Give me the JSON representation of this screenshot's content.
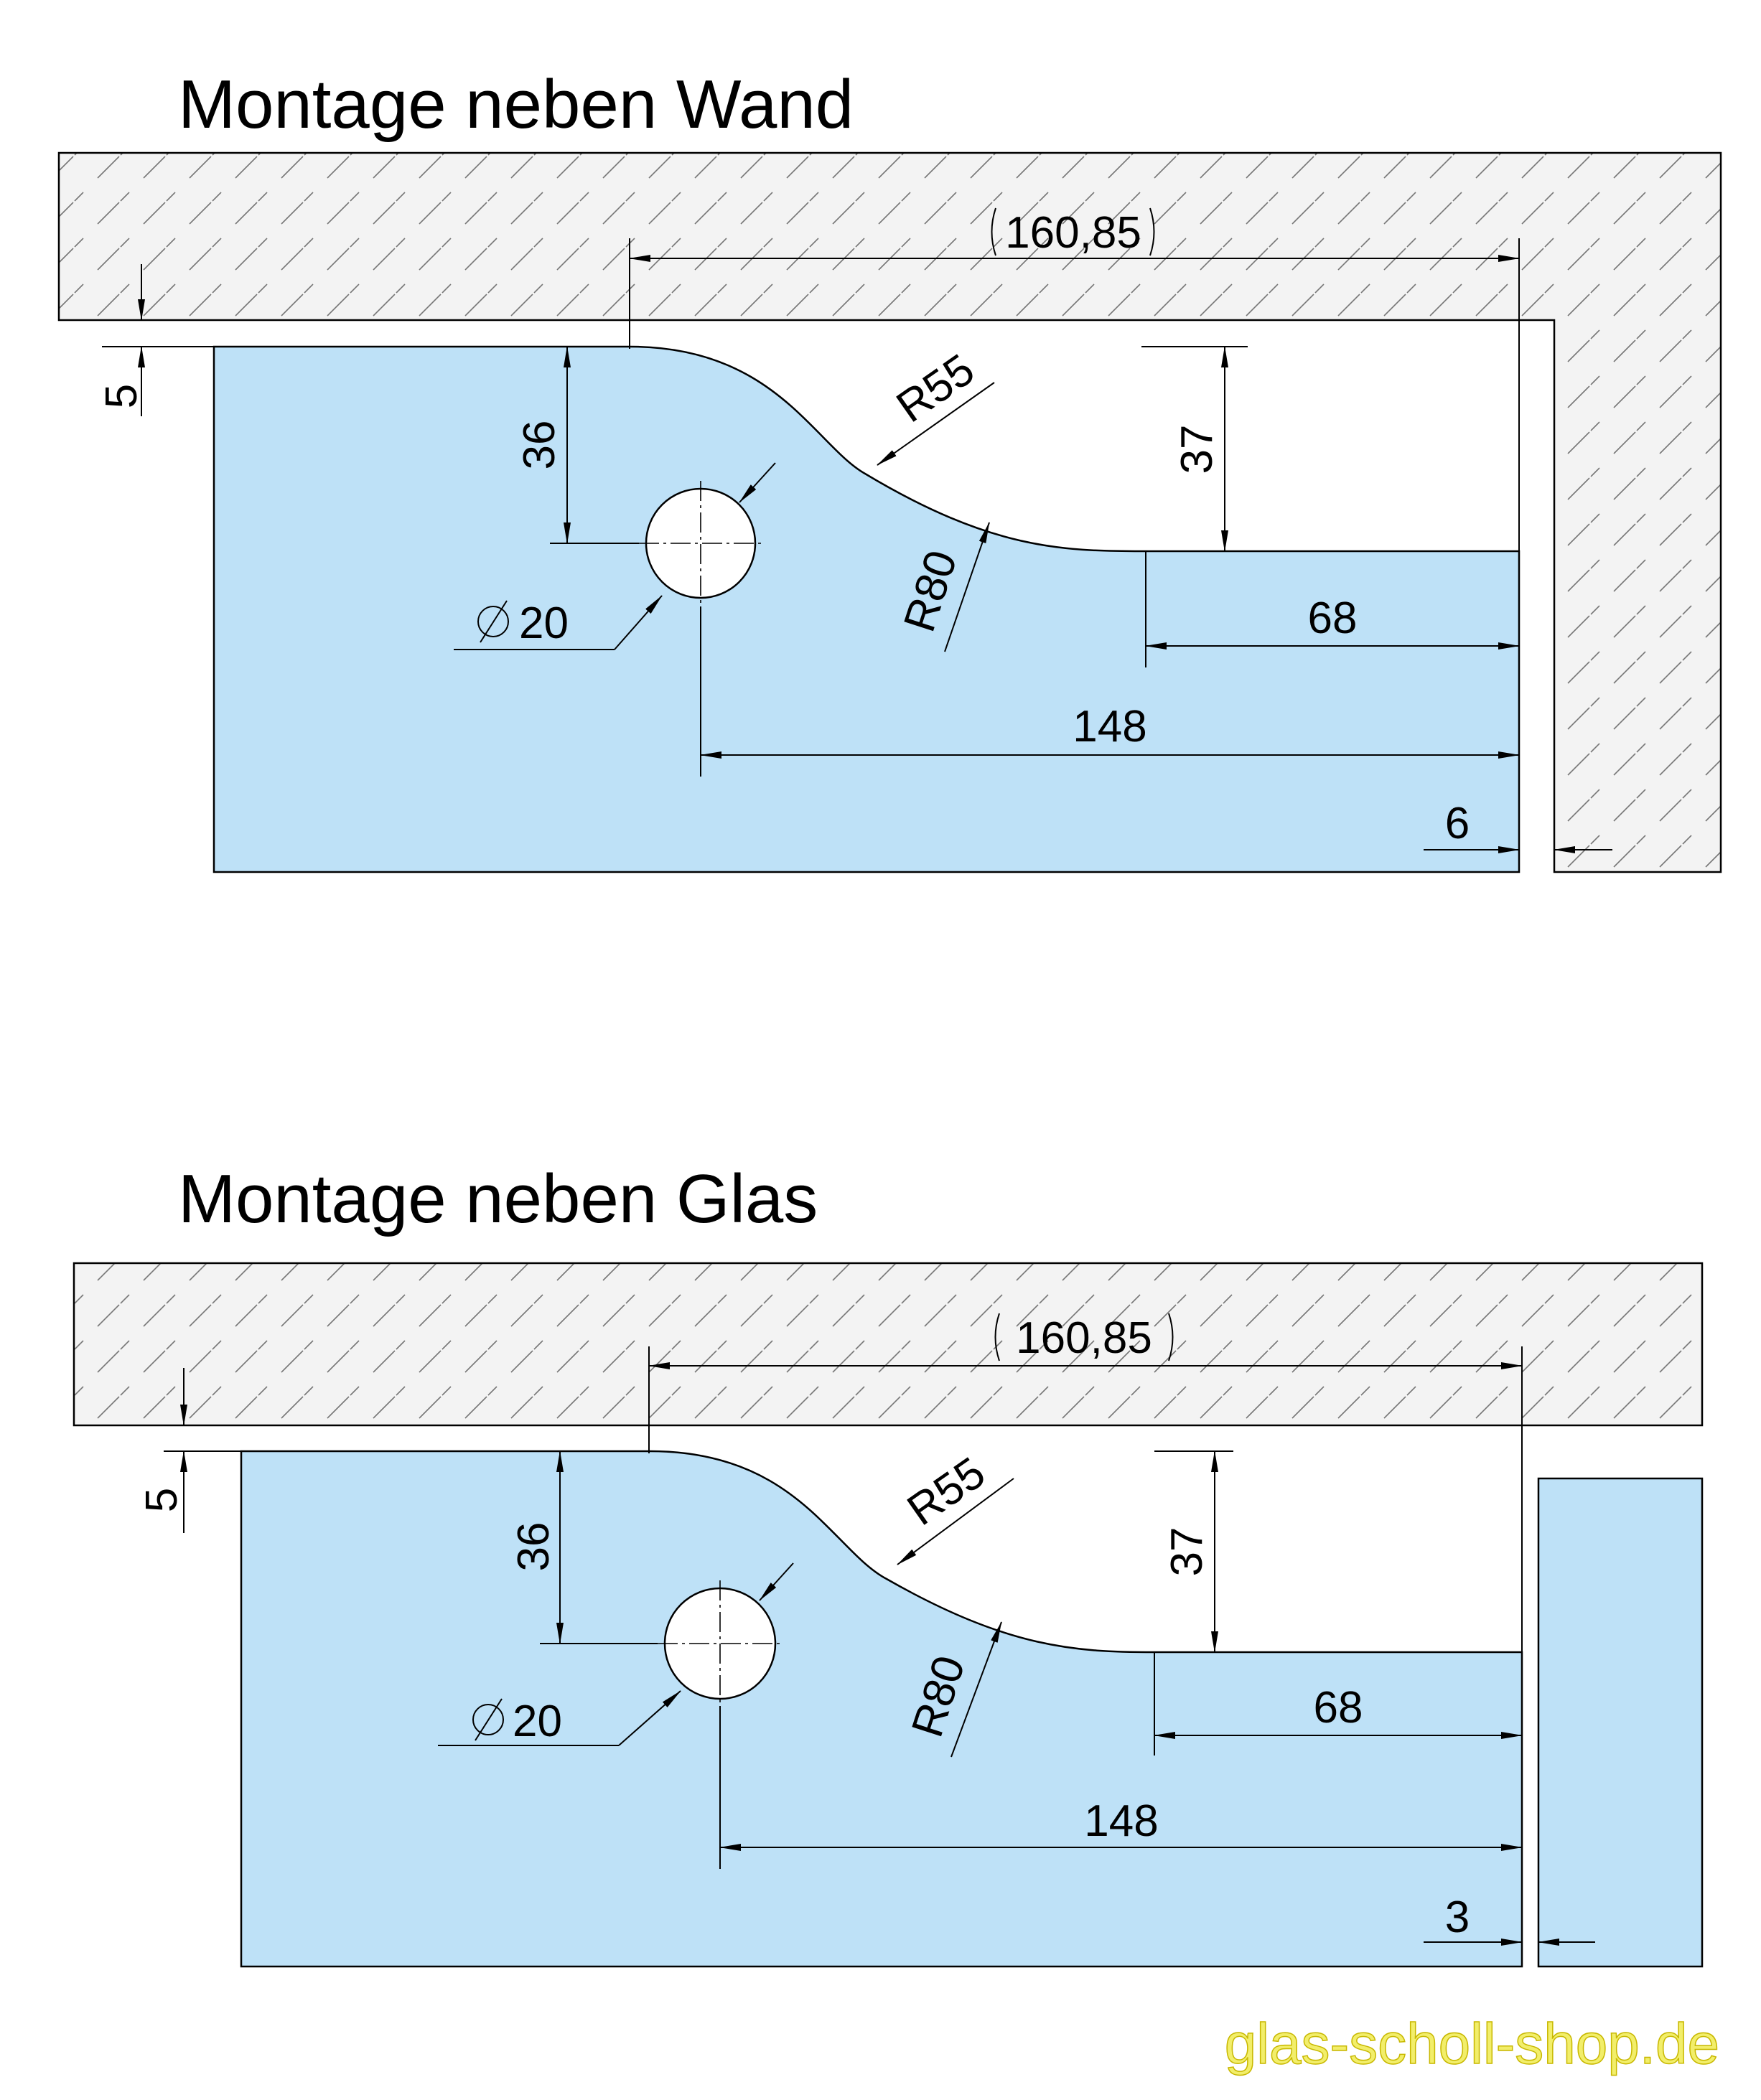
{
  "top": {
    "title": "Montage neben Wand",
    "dim_overall": "160,85",
    "dim_gap_top": "5",
    "dim_height_hole": "36",
    "dim_height_step": "37",
    "dim_radius_upper": "R55",
    "dim_radius_lower": "R80",
    "dim_hole": "20",
    "dim_step_length": "68",
    "dim_hole_to_end": "148",
    "dim_gap_side": "6"
  },
  "bottom": {
    "title": "Montage neben Glas",
    "dim_overall": "160,85",
    "dim_gap_top": "5",
    "dim_height_hole": "36",
    "dim_height_step": "37",
    "dim_radius_upper": "R55",
    "dim_radius_lower": "R80",
    "dim_hole": "20",
    "dim_step_length": "68",
    "dim_hole_to_end": "148",
    "dim_gap_side": "3"
  },
  "watermark": "glas-scholl-shop.de",
  "colors": {
    "glass": "#bee1f7",
    "wall": "#f3f3f3",
    "watermark": "#f2ee6a"
  }
}
